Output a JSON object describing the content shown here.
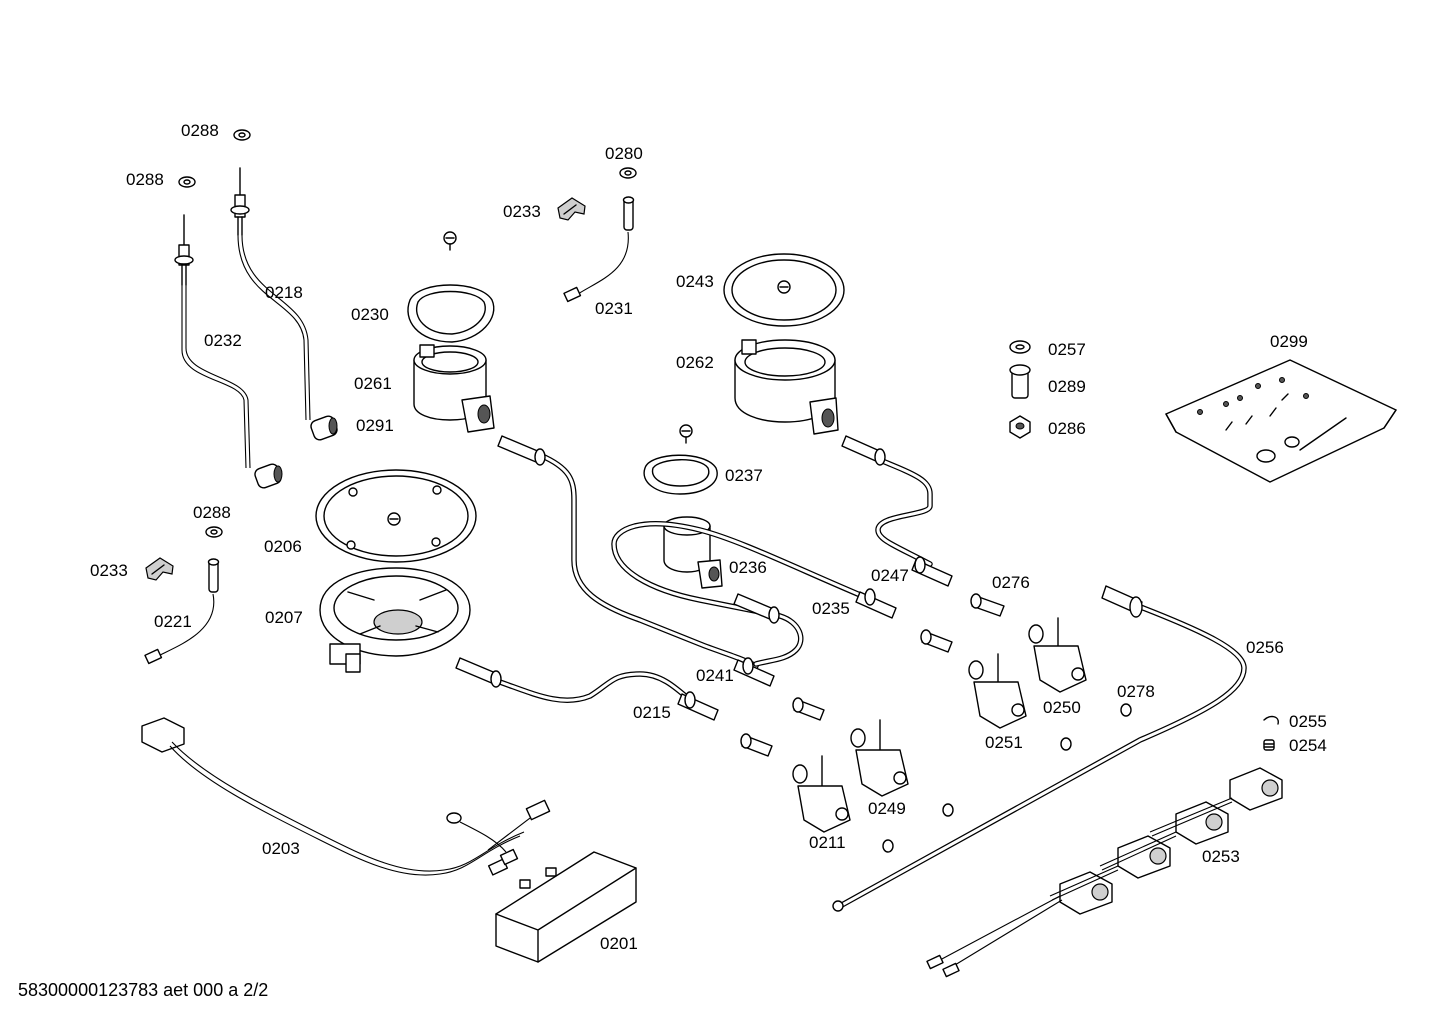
{
  "footer": "58300000123783 aet 000 a 2/2",
  "labels": {
    "l0288a": "0288",
    "l0288b": "0288",
    "l0288c": "0288",
    "l0280": "0280",
    "l0233a": "0233",
    "l0233b": "0233",
    "l0218": "0218",
    "l0232": "0232",
    "l0230": "0230",
    "l0231": "0231",
    "l0243": "0243",
    "l0262": "0262",
    "l0261": "0261",
    "l0291": "0291",
    "l0257": "0257",
    "l0289": "0289",
    "l0286": "0286",
    "l0299": "0299",
    "l0237": "0237",
    "l0206": "0206",
    "l0236": "0236",
    "l0247": "0247",
    "l0276": "0276",
    "l0221": "0221",
    "l0207": "0207",
    "l0235": "0235",
    "l0256": "0256",
    "l0241": "0241",
    "l0215": "0215",
    "l0250": "0250",
    "l0278": "0278",
    "l0251": "0251",
    "l0255": "0255",
    "l0254": "0254",
    "l0249": "0249",
    "l0203": "0203",
    "l0211": "0211",
    "l0253": "0253",
    "l0201": "0201"
  }
}
